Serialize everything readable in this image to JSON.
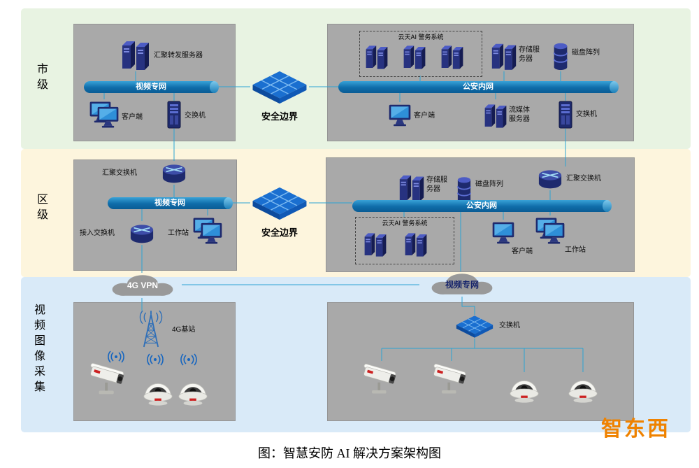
{
  "title_caption": "图：智慧安防 AI 解决方案架构图",
  "watermark": "智东西",
  "bands": {
    "city": {
      "label": "市级"
    },
    "district": {
      "label": "区级"
    },
    "capture": {
      "label": "视频图像采集"
    }
  },
  "city": {
    "left": {
      "servers": "汇聚转发服务器",
      "bar": "视频专网",
      "client": "客户端",
      "switch": "交换机"
    },
    "boundary": "安全边界",
    "right": {
      "ai_system": "云天AI 警务系统",
      "storage": "存储服务器",
      "disk_array": "磁盘阵列",
      "bar": "公安内网",
      "client": "客户端",
      "media_server": "流媒体服务器",
      "switch": "交换机"
    }
  },
  "district": {
    "left": {
      "agg_switch": "汇聚交换机",
      "bar": "视频专网",
      "access_switch": "接入交换机",
      "workstation": "工作站"
    },
    "boundary": "安全边界",
    "right": {
      "storage": "存储服务器",
      "disk_array": "磁盘阵列",
      "agg_switch": "汇聚交换机",
      "bar": "公安内网",
      "ai_system": "云天AI 警务系统",
      "client": "客户端",
      "workstation": "工作站"
    }
  },
  "clouds": {
    "vpn": "4G VPN",
    "video": "视频专网"
  },
  "capture": {
    "left": {
      "base_station": "4G基站"
    },
    "right": {
      "switch": "交换机"
    }
  },
  "colors": {
    "band_city": "#e8f3e2",
    "band_district": "#fdf5dd",
    "band_capture": "#d9eaf8",
    "bar_blue": "#0f6ca9",
    "line_blue": "#2ba3d4",
    "box_gray": "#a9a9a9",
    "watermark_orange": "#ef8200"
  }
}
